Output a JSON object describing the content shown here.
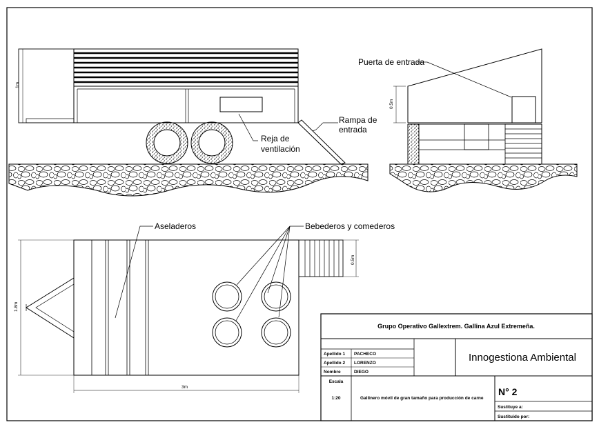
{
  "labels": {
    "puerta": "Puerta de entrada",
    "rampa_1": "Rampa de",
    "rampa_2": "entrada",
    "reja_1": "Reja de",
    "reja_2": "ventilación",
    "aseladeros": "Aseladeros",
    "bebederos": "Bebederos y comederos"
  },
  "dimensions": {
    "height_side": "1m",
    "height_front": "0.5m",
    "width_plan": "1.8m",
    "length_plan": "3m",
    "ramp_plan": "0.5m"
  },
  "title_block": {
    "group": "Grupo Operativo Gallextrem. Gallina Azul Extremeña.",
    "company": "Innogestiona Ambiental",
    "fields": [
      {
        "key": "Apellido 1",
        "value": "PACHECO"
      },
      {
        "key": "Apellido 2",
        "value": "LORENZO"
      },
      {
        "key": "Nombre",
        "value": "DIEGO"
      }
    ],
    "scale_label": "Escala",
    "scale_value": "1:20",
    "description": "Gallinero móvil de gran tamaño para producción de carne",
    "number": "N° 2",
    "sustituye": "Sustituye a:",
    "sustituido": "Sustituido por:"
  },
  "colors": {
    "line": "#000000",
    "background": "#ffffff"
  }
}
